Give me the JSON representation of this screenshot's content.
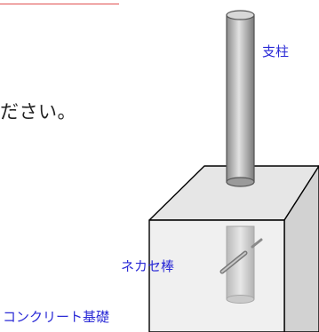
{
  "text": {
    "instruction_fragment": "ださい。"
  },
  "labels": {
    "post": "支柱",
    "anchor_rod": "ネカセ棒",
    "concrete_base": "コンクリート基礎"
  },
  "colors": {
    "label_text": "#2b2bd6",
    "top_rule": "#e05050",
    "concrete_front": "#f0f0f0",
    "concrete_top": "#e6e6e6",
    "concrete_side": "#d2d2d2",
    "outline": "#000000"
  }
}
